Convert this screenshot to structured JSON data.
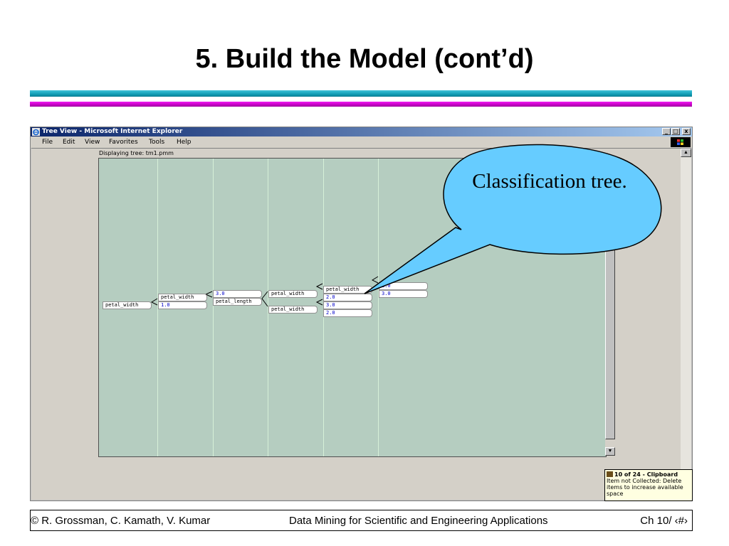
{
  "slide": {
    "title": "5. Build the Model (cont’d)"
  },
  "window": {
    "title": "Tree View - Microsoft Internet Explorer",
    "menu": [
      "File",
      "Edit",
      "View",
      "Favorites",
      "Tools",
      "Help"
    ],
    "controls": {
      "minimize": "_",
      "restore": "□",
      "close": "x"
    }
  },
  "tree": {
    "caption": "Displaying tree: tm1.pmm",
    "nodes": {
      "n1": "petal_width",
      "n2": "petal_width",
      "n2_val": "1.0",
      "n3_val": "3.0",
      "n3": "petal_length",
      "n4a": "petal_width",
      "n4b": "petal_width",
      "n5a": "petal_width",
      "n5a_val": "2.0",
      "n5b_val": "3.0",
      "n5c_val": "2.0",
      "n6a_val": "2.0",
      "n6b_val": "3.0"
    }
  },
  "callout": {
    "text": "Classification tree.",
    "fill": "#66ccff"
  },
  "clipboard": {
    "header": "10 of 24 - Clipboard",
    "body": "Item not Collected: Delete items to increase available space"
  },
  "footer": {
    "left": "© R. Grossman, C. Kamath, V. Kumar",
    "center": "Data Mining for Scientific and Engineering Applications",
    "right": "Ch 10/ ‹#›"
  },
  "colors": {
    "cyan_bar": "#119db5",
    "magenta_bar": "#c600c6",
    "canvas": "#b5cdc0"
  }
}
